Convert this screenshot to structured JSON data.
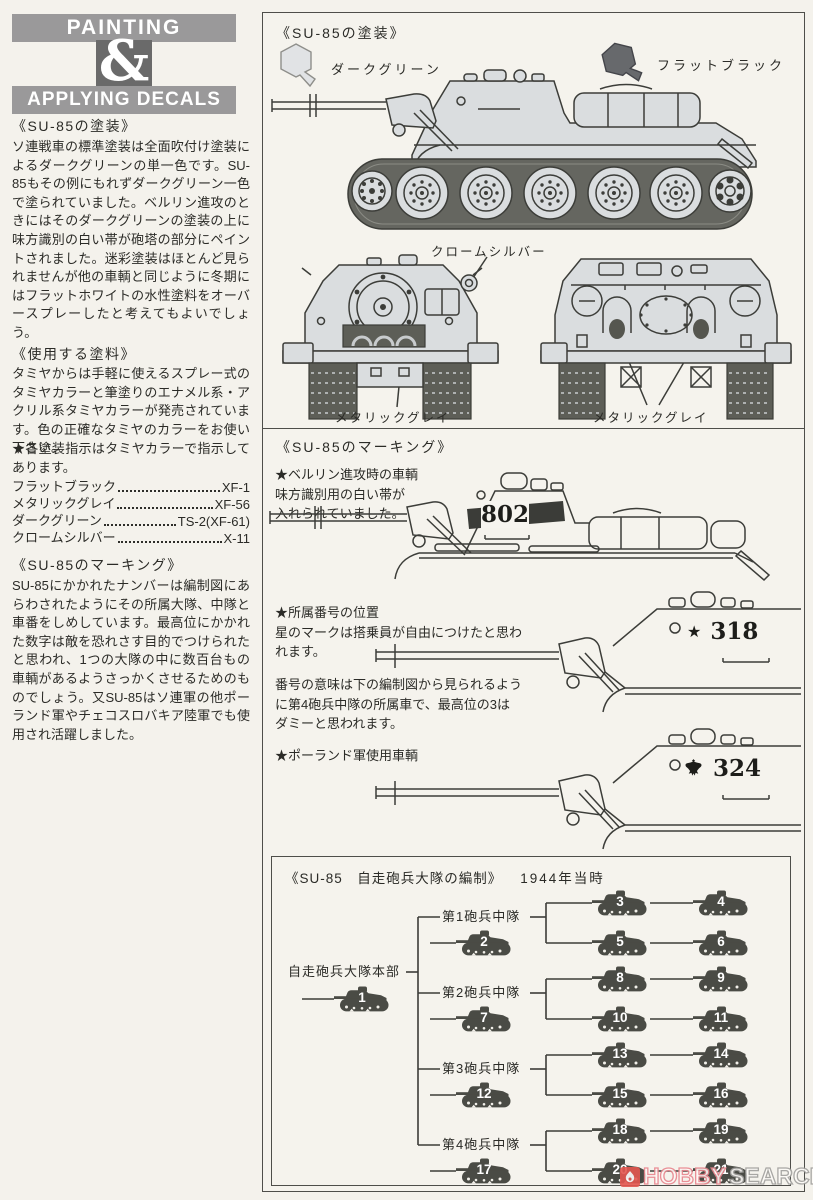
{
  "colors": {
    "paper": "#f4f2ec",
    "line": "#3c3c38",
    "badge_gray": "#9a999a",
    "badge_dark": "#6a6a6a",
    "band_dark": "#3b3c38",
    "org_tank": "#4a4b45",
    "watermark_red": "#e4574f"
  },
  "header_badge": {
    "line1": "PAINTING",
    "amp": "&",
    "line2": "APPLYING DECALS"
  },
  "left_column": {
    "painting": {
      "heading": "《SU-85の塗装》",
      "body": "ソ連戦車の標準塗装は全面吹付け塗装によるダークグリーンの単一色です。SU-85もその例にもれずダークグリーン一色で塗られていました。ベルリン進攻のときにはそのダークグリーンの塗装の上に味方識別の白い帯が砲塔の部分にペイントされました。迷彩塗装はほとんど見られませんが他の車輌と同じように冬期にはフラットホワイトの水性塗料をオーバースプレーしたと考えてもよいでしょう。"
    },
    "paints": {
      "heading": "《使用する塗料》",
      "body": "タミヤからは手軽に使えるスプレー式のタミヤカラーと筆塗りのエナメル系・アクリル系タミヤカラーが発売されています。色の正確なタミヤのカラーをお使い下さい。",
      "note": "★各塗装指示はタミヤカラーで指示してあります。",
      "list": [
        {
          "name": "フラットブラック",
          "code": "XF-1"
        },
        {
          "name": "メタリックグレイ",
          "code": "XF-56"
        },
        {
          "name": "ダークグリーン",
          "code": "TS-2(XF-61)"
        },
        {
          "name": "クロームシルバー",
          "code": "X-11"
        }
      ]
    },
    "marking": {
      "heading": "《SU-85のマーキング》",
      "body": "SU-85にかかれたナンバーは編制図にあらわされたようにその所属大隊、中隊と車番をしめしています。最高位にかかれた数字は敵を恐れさす目的でつけられたと思われ、1つの大隊の中に数百台もの車輌があるようさっかくさせるためのものでしょう。又SU-85はソ連軍の他ポーランド軍やチェコスロバキア陸軍でも使用され活躍しました。"
    }
  },
  "paint_diagram": {
    "heading": "《SU-85の塗装》",
    "swatches": [
      {
        "label": "ダークグリーン",
        "fill": "#e1e3e5"
      },
      {
        "label": "フラットブラック",
        "fill": "#67696c"
      }
    ],
    "callouts": {
      "chrome_silver": "クロームシルバー",
      "metallic_gray_left": "メタリックグレイ",
      "metallic_gray_right": "メタリックグレイ"
    }
  },
  "marking_diagram": {
    "heading": "《SU-85のマーキング》",
    "berlin_note": [
      "★ベルリン進攻時の車輌",
      "味方識別用の白い帯が",
      "入れられていました。"
    ],
    "number_802": "802",
    "position_note": [
      "★所属番号の位置",
      "星のマークは搭乗員が自由につけたと思わ",
      "れます。"
    ],
    "meaning_note": [
      "番号の意味は下の編制図から見られるよう",
      "に第4砲兵中隊の所属車で、最高位の3は",
      "ダミーと思われます。"
    ],
    "poland_note": "★ポーランド軍使用車輌",
    "star": "★",
    "number_318": "318",
    "number_324": "324"
  },
  "orgchart": {
    "title": "《SU-85　自走砲兵大隊の編制》",
    "period": "1944年当時",
    "hq_label": "自走砲兵大隊本部",
    "hq_number": "1",
    "companies": [
      {
        "label": "第1砲兵中隊",
        "commander": "2",
        "members": [
          "3",
          "4",
          "5",
          "6"
        ]
      },
      {
        "label": "第2砲兵中隊",
        "commander": "7",
        "members": [
          "8",
          "9",
          "10",
          "11"
        ]
      },
      {
        "label": "第3砲兵中隊",
        "commander": "12",
        "members": [
          "13",
          "14",
          "15",
          "16"
        ]
      },
      {
        "label": "第4砲兵中隊",
        "commander": "17",
        "members": [
          "18",
          "19",
          "20",
          "21"
        ]
      }
    ]
  },
  "watermark": {
    "hobby": "HOBBY",
    "search": "SEARCH"
  }
}
